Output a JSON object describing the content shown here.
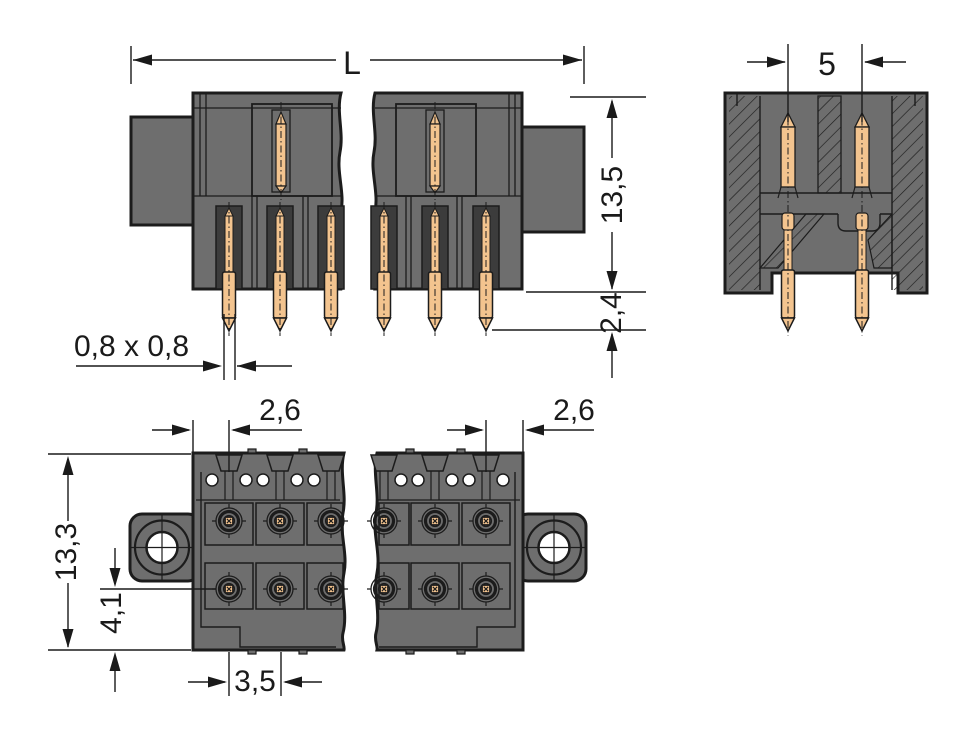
{
  "figure": {
    "type": "technical-dimension-drawing",
    "subject": "pcb-male-header-connector-three-views"
  },
  "views": {
    "side_view": {
      "label_overall_length": "L",
      "label_body_height": "13,5",
      "label_pin_protrusion": "2,4",
      "label_pin_cross_section": "0,8 x 0,8"
    },
    "front_view": {
      "label_row_spacing": "5"
    },
    "bottom_view": {
      "label_edge_to_first_pin": "2,6",
      "label_last_pin_to_edge": "2,6",
      "label_body_depth": "13,3",
      "label_pin_row_to_edge": "4,1",
      "label_pole_pitch": "3,5"
    }
  },
  "colors": {
    "outline": "#1c1c1c",
    "body_gray": "#6e6e6e",
    "slot_gray": "#3c3c3c",
    "pin_copper": "#f3c48f",
    "background": "#ffffff"
  }
}
